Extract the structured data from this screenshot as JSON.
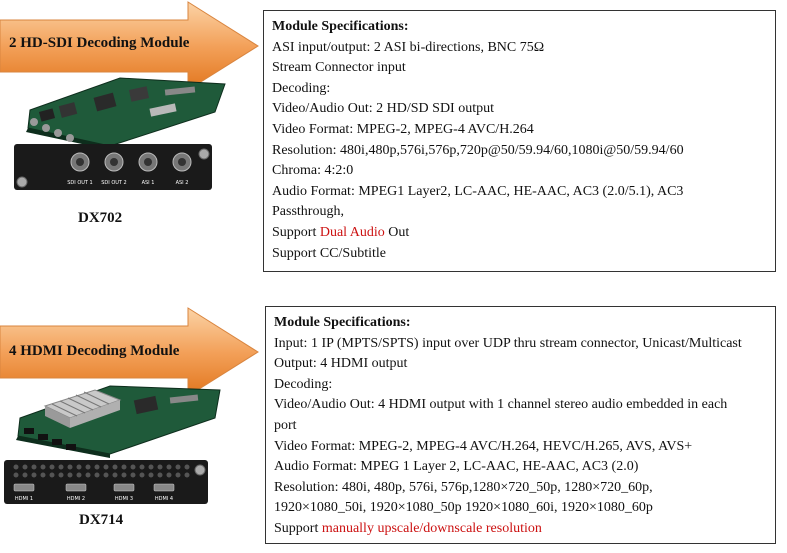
{
  "modules": [
    {
      "banner": "2 HD-SDI Decoding Module",
      "model": "DX702",
      "ports": [
        "SDI OUT 1",
        "SDI OUT 2",
        "ASI 1",
        "ASI 2"
      ],
      "spec_title": "Module Specifications:",
      "spec_lines": [
        "ASI input/output: 2 ASI bi-directions, BNC 75Ω",
        "Stream Connector input",
        "Decoding:",
        "Video/Audio Out: 2 HD/SD SDI output",
        "Video Format: MPEG-2, MPEG-4 AVC/H.264",
        "Resolution: 480i,480p,576i,576p,720p@50/59.94/60,1080i@50/59.94/60",
        "Chroma: 4:2:0",
        "Audio Format: MPEG1 Layer2, LC-AAC, HE-AAC, AC3 (2.0/5.1), AC3",
        "Passthrough,"
      ],
      "support_lines": [
        {
          "prefix": "Support ",
          "highlight": "Dual Audio",
          "suffix": " Out"
        },
        {
          "prefix": "Support CC/Subtitle",
          "highlight": "",
          "suffix": ""
        }
      ]
    },
    {
      "banner": "4 HDMI Decoding Module",
      "model": "DX714",
      "ports": [
        "HDMI 1",
        "HDMI 2",
        "HDMI 3",
        "HDMI 4"
      ],
      "spec_title": "Module Specifications:",
      "spec_lines": [
        "Input: 1 IP (MPTS/SPTS) input over UDP thru stream connector, Unicast/Multicast",
        "Output: 4 HDMI output",
        "Decoding:",
        "Video/Audio Out: 4 HDMI output with 1 channel stereo audio embedded in each",
        "port",
        "Video Format: MPEG-2, MPEG-4 AVC/H.264, HEVC/H.265, AVS, AVS+",
        "Audio Format: MPEG 1 Layer 2, LC-AAC, HE-AAC, AC3 (2.0)",
        "Resolution: 480i, 480p, 576i, 576p,1280×720_50p, 1280×720_60p,",
        "1920×1080_50i, 1920×1080_50p 1920×1080_60i, 1920×1080_60p"
      ],
      "support_lines": [
        {
          "prefix": "Support ",
          "highlight": "manually upscale/downscale resolution",
          "suffix": ""
        }
      ]
    }
  ],
  "colors": {
    "arrow_light": "#f9c38a",
    "arrow_dark": "#e2761e",
    "highlight": "#cc1111",
    "board_green": "#1f5a3a"
  }
}
